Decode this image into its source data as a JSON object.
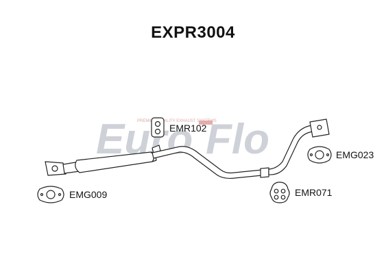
{
  "title": "EXPR3004",
  "watermark": {
    "brand_left": "Euro",
    "brand_right": "Flo",
    "tagline": "PREMIUM QUALITY EXHAUST SYSTEMS",
    "color_light": "#c9cdd4",
    "color_accent": "#e4a3a3"
  },
  "parts": {
    "mount_top": {
      "code": "EMR102"
    },
    "gasket_right": {
      "code": "EMG023"
    },
    "gasket_left": {
      "code": "EMG009"
    },
    "mount_bottom": {
      "code": "EMR071"
    }
  },
  "colors": {
    "line": "#222222",
    "fill": "#ffffff"
  }
}
